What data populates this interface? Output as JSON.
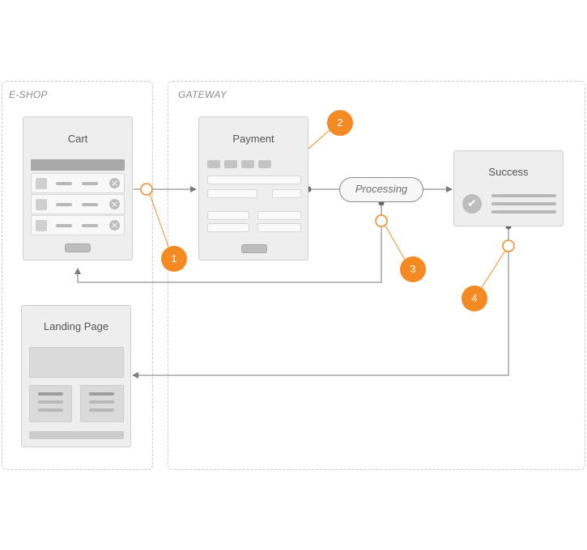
{
  "zones": {
    "eshop_label": "E-SHOP",
    "gateway_label": "GATEWAY"
  },
  "screens": {
    "cart_title": "Cart",
    "payment_title": "Payment",
    "success_title": "Success",
    "landing_title": "Landing Page"
  },
  "processing_label": "Processing",
  "badges": [
    "1",
    "2",
    "3",
    "4"
  ],
  "colors": {
    "accent": "#f58a23",
    "line": "#7a7a7a",
    "screen_bg": "#eeeeee"
  },
  "icons": {
    "remove": "remove-x-icon",
    "success": "checkmark-icon"
  }
}
